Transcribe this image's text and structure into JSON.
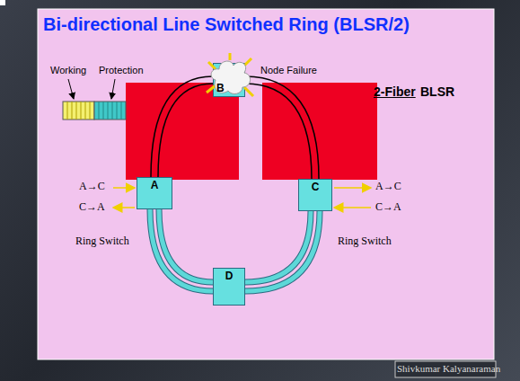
{
  "diagram": {
    "title": "Bi-directional Line Switched Ring (BLSR/2)",
    "nodes": [
      {
        "text": [
          "B"
        ]
      },
      {
        "text": [
          "A"
        ]
      },
      {
        "text": [
          "C"
        ]
      },
      {
        "text": [
          "D"
        ]
      }
    ],
    "edges": [
      {
        "from": 1,
        "to": 0,
        "arrow": "none"
      },
      {
        "from": 0,
        "to": 2,
        "arrow": "none"
      },
      {
        "from": 2,
        "to": 3,
        "arrow": "none"
      },
      {
        "from": 3,
        "to": 1,
        "arrow": "none"
      }
    ],
    "labels": [
      "Working",
      "Protection",
      "Node Failure",
      "2-Fiber",
      "BLSR",
      "A→C",
      "C→A",
      "Ring Switch",
      "A→C",
      "C→A",
      "Ring Switch",
      "Shivkumar Kalyanaraman"
    ]
  }
}
